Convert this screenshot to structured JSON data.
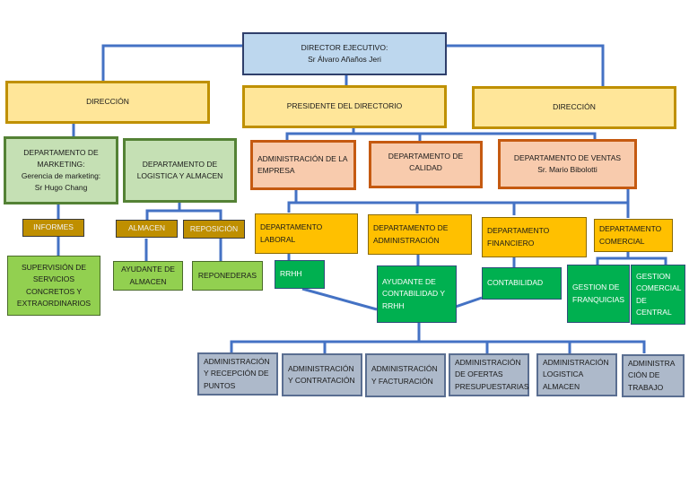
{
  "chart_title": "Organigrama",
  "colors": {
    "connector": "#4472c4",
    "executive_fill": "#bdd7ee",
    "direction_fill": "#ffe699",
    "department_fill": "#f8cbad",
    "marketing_fill": "#c5e0b4",
    "sub_unit_fill": "#bf8f00",
    "staff_fill": "#92d050",
    "area_fill": "#ffc000",
    "team_fill": "#00b050",
    "admin_fill": "#adb9ca"
  },
  "nodes": {
    "director_ejecutivo": {
      "title": "DIRECTOR EJECUTIVO:",
      "name": "Sr Álvaro Añaños Jeri"
    },
    "direccion_left": {
      "title": "DIRECCIÓN"
    },
    "presidente": {
      "title": "PRESIDENTE DEL DIRECTORIO"
    },
    "direccion_right": {
      "title": "DIRECCIÓN"
    },
    "marketing": {
      "title": "DEPARTAMENTO DE MARKETING:",
      "subtitle": "Gerencia de marketing:",
      "name": "Sr Hugo Chang"
    },
    "logistica": {
      "title": "DEPARTAMENTO DE LOGISTICA Y ALMACEN"
    },
    "informes": {
      "title": "INFORMES"
    },
    "almacen": {
      "title": "ALMACEN"
    },
    "reposicion": {
      "title": "REPOSICIÓN"
    },
    "supervision": {
      "title": "SUPERVISIÓN DE SERVICIOS CONCRETOS Y EXTRAORDINARIOS"
    },
    "ayudante_almacen": {
      "title": "AYUDANTE DE ALMACEN"
    },
    "reponederas": {
      "title": "REPONEDERAS"
    },
    "admin_empresa": {
      "title": "ADMINISTRACIÓN DE LA EMPRESA"
    },
    "calidad": {
      "title": "DEPARTAMENTO DE CALIDAD"
    },
    "ventas": {
      "title": "DEPARTAMENTO DE VENTAS",
      "name": "Sr. Mario Bibolotti"
    },
    "laboral": {
      "title": "DEPARTAMENTO LABORAL"
    },
    "administracion": {
      "title": "DEPARTAMENTO DE ADMINISTRACIÓN"
    },
    "financiero": {
      "title": "DEPARTAMENTO FINANCIERO"
    },
    "comercial": {
      "title": "DEPARTAMENTO COMERCIAL"
    },
    "rrhh": {
      "title": "RRHH"
    },
    "ayudante_contabilidad": {
      "title": "AYUDANTE DE CONTABILIDAD Y RRHH"
    },
    "contabilidad": {
      "title": "CONTABILIDAD"
    },
    "franquicias": {
      "title": "GESTION DE FRANQUICIAS"
    },
    "comercial_central": {
      "title": "GESTION COMERCIAL DE CENTRAL"
    },
    "adm_recepcion": {
      "title": "ADMINISTRACIÓN Y RECEPCIÓN DE PUNTOS"
    },
    "adm_contratacion": {
      "title": "ADMINISTRACIÓN Y CONTRATACIÓN"
    },
    "adm_facturacion": {
      "title": "ADMINISTRACIÓN Y FACTURACIÓN"
    },
    "adm_ofertas": {
      "title": "ADMINISTRACIÓN DE OFERTAS PRESUPUESTARIAS"
    },
    "adm_logistica": {
      "title": "ADMINISTRACIÓN LOGISTICA ALMACEN"
    },
    "adm_trabajo": {
      "title": "ADMINISTRA CIÓN DE TRABAJO"
    }
  }
}
